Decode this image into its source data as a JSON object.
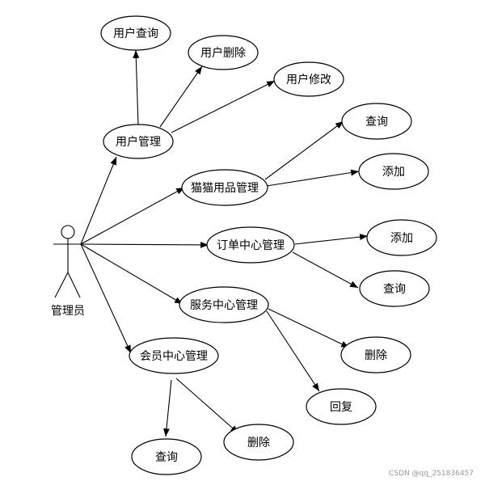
{
  "actor": {
    "label": "管理员"
  },
  "nodes": {
    "user_mgmt": "用户管理",
    "user_query": "用户查询",
    "user_delete": "用户删除",
    "user_edit": "用户修改",
    "cat_supplies": "猫猫用品管理",
    "cat_query": "查询",
    "cat_add": "添加",
    "order_center": "订单中心管理",
    "order_add": "添加",
    "order_query": "查询",
    "service_center": "服务中心管理",
    "service_delete": "删除",
    "service_reply": "回复",
    "member_center": "会员中心管理",
    "member_query": "查询",
    "member_delete": "删除"
  },
  "watermark": "CSDN @qq_251836457"
}
